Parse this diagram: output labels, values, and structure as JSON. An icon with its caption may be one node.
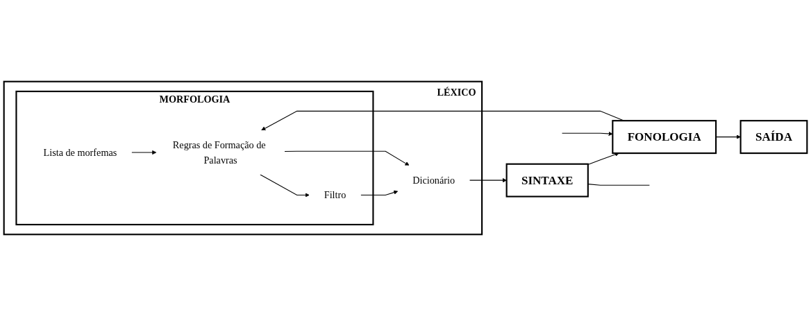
{
  "diagram": {
    "nodes": [
      {
        "text": [
          "LÉXICO"
        ]
      },
      {
        "text": [
          "MORFOLOGIA"
        ],
        "in": 0
      },
      {
        "text": [
          "Lista de morfemas"
        ],
        "in": 1
      },
      {
        "text": [
          "Regras de Formação de Palavras"
        ],
        "in": 1
      },
      {
        "text": [
          "Filtro"
        ],
        "in": 1
      },
      {
        "text": [
          "Dicionário"
        ],
        "in": 0
      },
      {
        "text": [
          "SAÍDA"
        ]
      },
      {
        "text": [
          "FONOLOGIA"
        ]
      },
      {
        "text": [
          "SINTAXE"
        ]
      }
    ],
    "edges": [
      {
        "from": 2,
        "to": 3,
        "arrow": "to"
      },
      {
        "from": 3,
        "to": 4,
        "arrow": "to"
      },
      {
        "from": 4,
        "to": 5,
        "arrow": "to"
      },
      {
        "from": 3,
        "to": 5,
        "arrow": "to"
      },
      {
        "from": 5,
        "to": 8,
        "arrow": "to"
      },
      {
        "from": 8,
        "to": 7,
        "arrow": "to"
      },
      {
        "from": 7,
        "to": 6,
        "arrow": "to"
      },
      {
        "from": 7,
        "to": 3,
        "arrow": "to"
      },
      {
        "from": null,
        "to": 7,
        "arrow": "to"
      },
      {
        "from": 8,
        "to": null,
        "arrow": "none"
      }
    ]
  }
}
